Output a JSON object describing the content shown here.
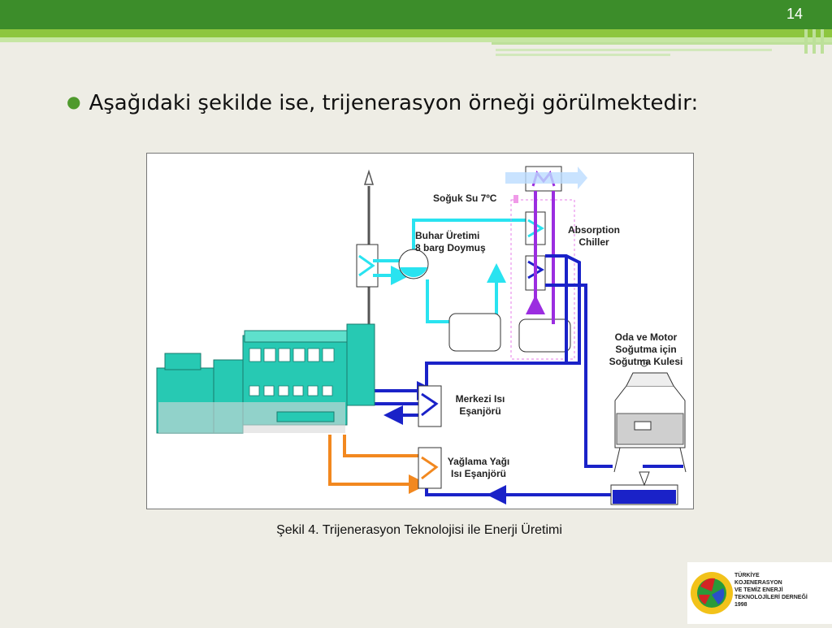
{
  "slide": {
    "number": "14",
    "bullet": "Aşağıdaki şekilde ise, trijenerasyon örneği görülmektedir:",
    "caption": "Şekil 4. Trijenerasyon Teknolojisi ile Enerji Üretimi"
  },
  "diagram": {
    "labels": {
      "cold_water": "Soğuk Su 7ºC",
      "steam_line1": "Buhar Üretimi",
      "steam_line2": "8 barg Doymuş",
      "chiller_line1": "Absorption",
      "chiller_line2": "Chiller",
      "cooling_line1": "Oda ve Motor",
      "cooling_line2": "Soğutma için",
      "cooling_line3": "Soğutma Kulesi",
      "central_hx_line1": "Merkezi Isı",
      "central_hx_line2": "Eşanjörü",
      "oil_hx_line1": "Yağlama Yağı",
      "oil_hx_line2": "Isı Eşanjörü"
    },
    "colors": {
      "cyan": "#29e3f0",
      "blue": "#1a22c8",
      "purple": "#9b2de0",
      "orange": "#f2881f",
      "engine": "#27c9b3"
    }
  },
  "logo": {
    "line1": "TÜRKİYE",
    "line2": "KOJENERASYON",
    "line3": "VE TEMİZ ENERJİ",
    "line4": "TEKNOLOJİLERİ DERNEĞİ",
    "line5": "1998"
  }
}
